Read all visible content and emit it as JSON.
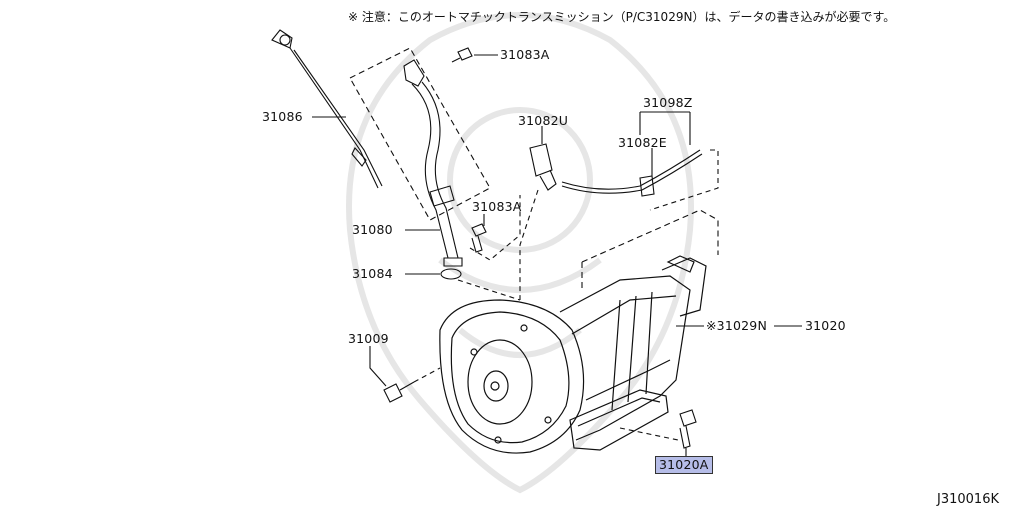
{
  "note": "※ 注意：このオートマチックトランスミッション（P/C31029N）は、データの書き込みが必要です。",
  "diagram_id": "J310016K",
  "labels": {
    "p31083a_top": "31083A",
    "p31086": "31086",
    "p31082u": "31082U",
    "p31098z": "31098Z",
    "p31082e": "31082E",
    "p31083a_mid": "31083A",
    "p31080": "31080",
    "p31084": "31084",
    "p31009": "31009",
    "p31029n": "※31029N",
    "p31020": "31020",
    "p31020a": "31020A"
  },
  "colors": {
    "highlight": "#b6bde8",
    "line": "#111111",
    "watermark": "#e4e4e4"
  }
}
